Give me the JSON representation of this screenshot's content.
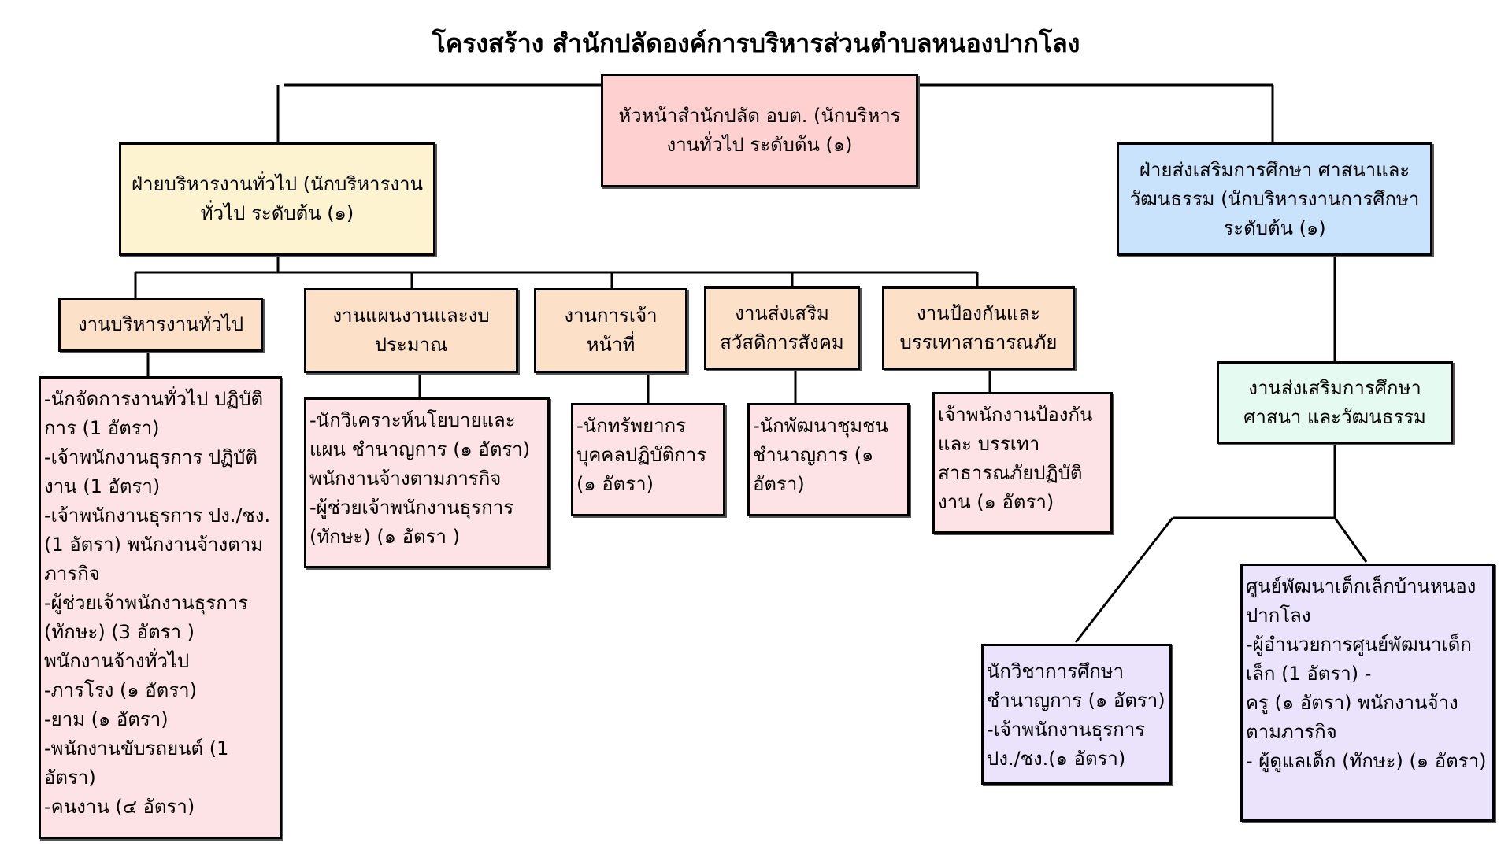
{
  "title": "โครงสร้าง สำนักปลัดองค์การบริหารส่วนตำบลหนองปากโลง",
  "colors": {
    "head": "#ffd0d0",
    "left_division": "#fdf3d0",
    "right_division": "#c8e3fb",
    "section": "#fde0c8",
    "staff": "#fde2e6",
    "edu_section": "#e5fbf1",
    "edu_staff": "#ebe3fb"
  },
  "head": "หัวหน้าสำนักปลัด อบต. (นักบริหารงานทั่วไป ระดับต้น (๑)",
  "left_division": "ฝ่ายบริหารงานทั่วไป (นักบริหารงานทั่วไป ระดับต้น (๑)",
  "right_division": "ฝ่ายส่งเสริมการศึกษา ศาสนาและวัฒนธรรม (นักบริหารงานการศึกษา ระดับต้น (๑)",
  "sections": [
    {
      "name": "งานบริหารงานทั่วไป",
      "staff": [
        "-นักจัดการงานทั่วไป ปฏิบัติการ (1 อัตรา)",
        "-เจ้าพนักงานธุรการ ปฏิบัติงาน (1 อัตรา)",
        "-เจ้าพนักงานธุรการ ปง./ชง. (1 อัตรา) พนักงานจ้างตามภารกิจ",
        "-ผู้ช่วยเจ้าพนักงานธุรการ (ทักษะ) (3 อัตรา )",
        "พนักงานจ้างทั่วไป",
        "-ภารโรง (๑ อัตรา)",
        "-ยาม (๑ อัตรา)",
        "-พนักงานขับรถยนต์ (1 อัตรา)",
        "-คนงาน (๔ อัตรา)"
      ]
    },
    {
      "name": "งานแผนงานและงบประมาณ",
      "staff": [
        "-นักวิเคราะห์นโยบายและแผน ชำนาญการ (๑ อัตรา)",
        "พนักงานจ้างตามภารกิจ",
        "-ผู้ช่วยเจ้าพนักงานธุรการ (ทักษะ) (๑ อัตรา )"
      ]
    },
    {
      "name": "งานการเจ้าหน้าที่",
      "staff": [
        "-นักทรัพยากรบุคคลปฏิบัติการ (๑ อัตรา)"
      ]
    },
    {
      "name": "งานส่งเสริมสวัสดิการสังคม",
      "staff": [
        "-นักพัฒนาชุมชน ชำนาญการ (๑ อัตรา)"
      ]
    },
    {
      "name": "งานป้องกันและบรรเทาสาธารณภัย",
      "staff": [
        "เจ้าพนักงานป้องกันและ บรรเทาสาธารณภัยปฏิบัติงาน (๑ อัตรา)"
      ]
    }
  ],
  "edu_section": "งานส่งเสริมการศึกษา ศาสนา และวัฒนธรรม",
  "edu_staff_a": [
    "นักวิชาการศึกษา ชำนาญการ (๑ อัตรา)",
    "-เจ้าพนักงานธุรการ ปง./ชง.(๑ อัตรา)"
  ],
  "edu_staff_b": [
    "ศูนย์พัฒนาเด็กเล็กบ้านหนองปากโลง",
    "-ผู้อำนวยการศูนย์พัฒนาเด็กเล็ก (1 อัตรา) -",
    "ครู (๑ อัตรา) พนักงานจ้างตามภารกิจ",
    "- ผู้ดูแลเด็ก (ทักษะ) (๑ อัตรา)"
  ]
}
